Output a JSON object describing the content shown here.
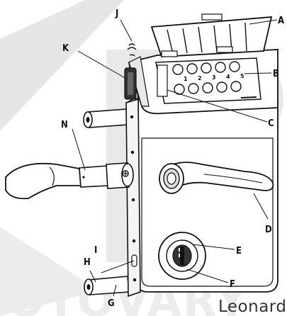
{
  "callouts": {
    "a": "A",
    "b": "B",
    "c": "C",
    "d": "D",
    "e": "E",
    "f": "F",
    "g": "G",
    "h": "H",
    "i": "I",
    "j": "J",
    "k": "K",
    "n": "N"
  },
  "keypad": {
    "digits": [
      "1",
      "2",
      "3",
      "4",
      "5"
    ]
  },
  "brand_label": "Leonardo",
  "watermark_text": "OTOVARY"
}
